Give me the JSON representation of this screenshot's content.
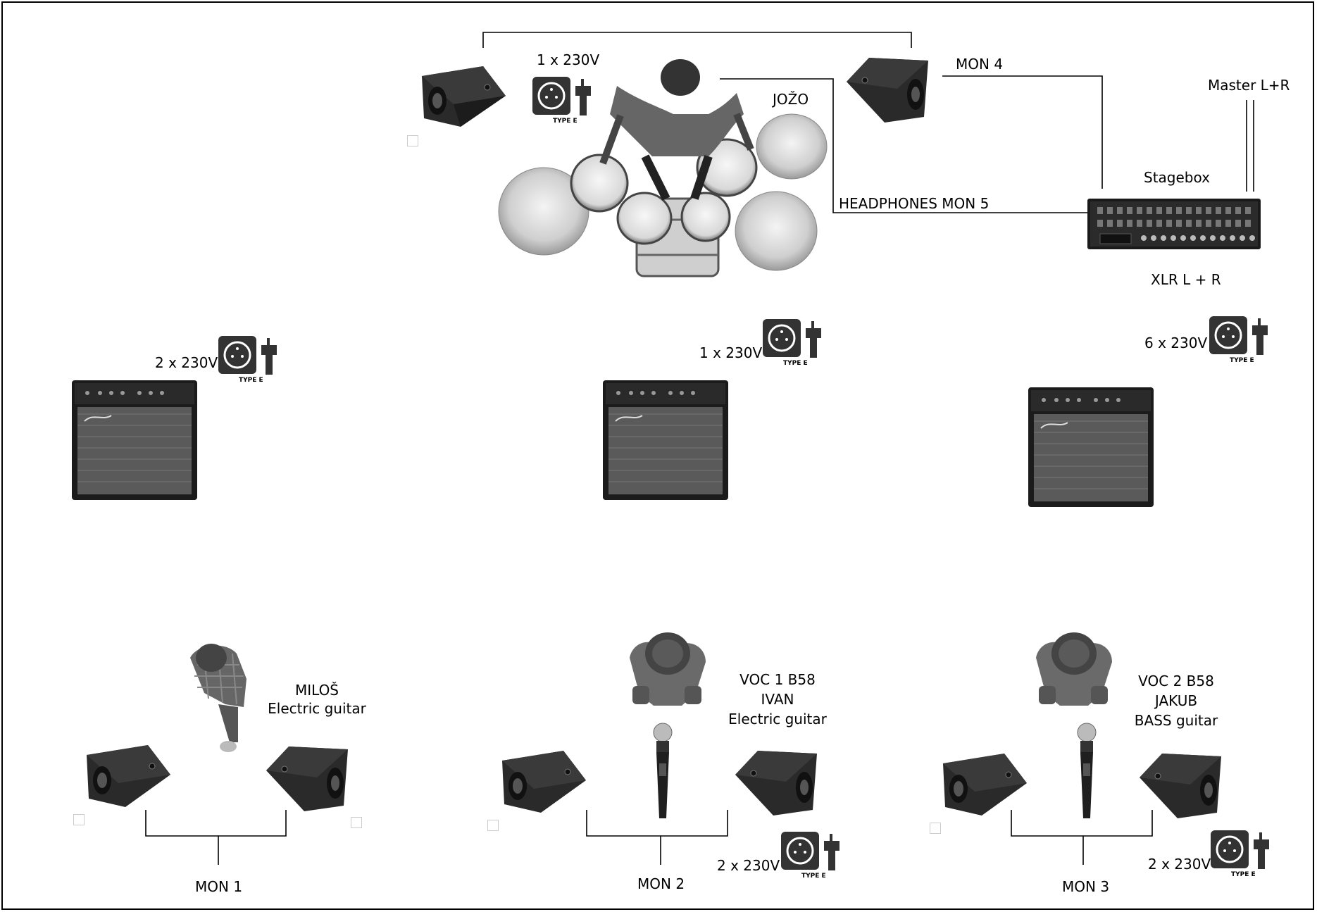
{
  "labels": {
    "mon1": "MON 1",
    "mon2": "MON 2",
    "mon3": "MON 3",
    "mon4": "MON 4",
    "headphones": "HEADPHONES MON 5",
    "stagebox": "Stagebox",
    "master": "Master L+R",
    "xlr": "XLR L + R",
    "drummer": "JOŽO",
    "guitar_left": [
      "MILOŠ",
      "Electric guitar"
    ],
    "vocal1": [
      "VOC 1 B58",
      "IVAN",
      "Electric guitar"
    ],
    "vocal2": [
      "VOC 2 B58",
      "JAKUB",
      "BASS guitar"
    ]
  },
  "power": {
    "drums": "1 x 230V",
    "amp_left": "2 x 230V",
    "amp_center": "1 x 230V",
    "amp_right": "6 x 230V",
    "mon2": "2 x 230V",
    "mon3": "2 x 230V",
    "socket_type": "TYPE E"
  },
  "icons": [
    "stage-monitor-icon",
    "power-socket-icon",
    "plug-icon",
    "guitar-amp-icon",
    "drum-kit-icon",
    "stagebox-icon",
    "microphone-icon",
    "musician-icon"
  ]
}
